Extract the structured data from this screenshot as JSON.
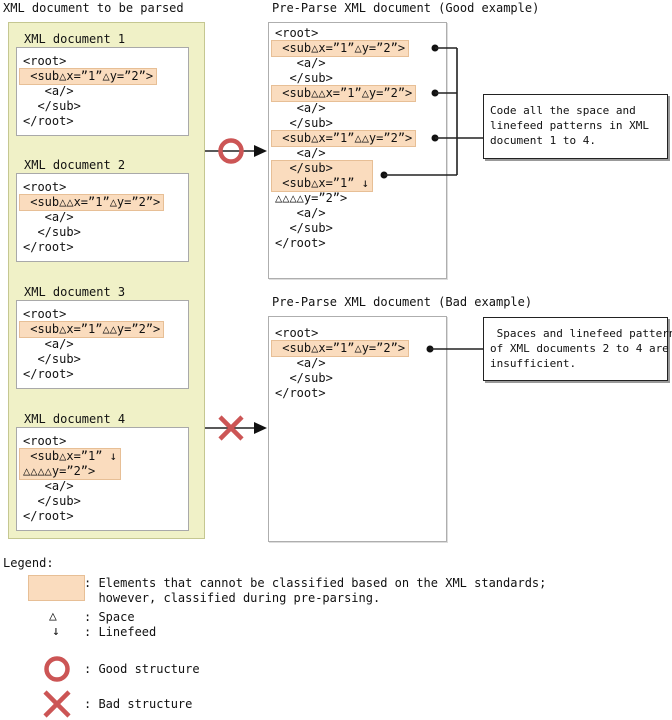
{
  "palette": {
    "accent_red": "#cc5555",
    "highlight_fill": "#fadcbe",
    "highlight_border": "#e7bf96",
    "panel_yellow": "#f0f1c7",
    "panel_yellow_border": "#c5c791"
  },
  "left_panel": {
    "title": "XML document to be parsed",
    "documents": [
      {
        "label": "XML document 1",
        "lines": [
          "<root>",
          " <sub△x=”1”△y=”2”>",
          "   <a/>",
          "  </sub>",
          "</root>"
        ]
      },
      {
        "label": "XML document 2",
        "lines": [
          "<root>",
          " <sub△△x=”1”△y=”2”>",
          "   <a/>",
          "  </sub>",
          "</root>"
        ]
      },
      {
        "label": "XML document 3",
        "lines": [
          "<root>",
          " <sub△x=”1”△△y=”2”>",
          "   <a/>",
          "  </sub>",
          "</root>"
        ]
      },
      {
        "label": "XML document 4",
        "lines": [
          "<root>",
          " <sub△x=”1” ↓",
          "△△△△y=”2”>",
          "   <a/>",
          "  </sub>",
          "</root>"
        ]
      }
    ]
  },
  "good_panel": {
    "title": "Pre-Parse XML document (Good example)",
    "lines": [
      "<root>",
      " <sub△x=”1”△y=”2”>",
      "   <a/>",
      "  </sub>",
      " <sub△△x=”1”△y=”2”>",
      "   <a/>",
      "  </sub>",
      " <sub△x=”1”△△y=”2”>",
      "   <a/>",
      "  </sub>",
      " <sub△x=”1” ↓",
      "△△△△y=”2”>",
      "   <a/>",
      "  </sub>",
      "</root>"
    ]
  },
  "bad_panel": {
    "title": "Pre-Parse XML document (Bad example)",
    "lines": [
      "<root>",
      " <sub△x=”1”△y=”2”>",
      "   <a/>",
      "  </sub>",
      "</root>"
    ]
  },
  "callouts": {
    "good": {
      "lines": [
        "Code all the space and",
        "linefeed patterns in XML",
        "document 1 to 4."
      ]
    },
    "bad": {
      "lines": [
        " Spaces and linefeed patterns",
        "of XML documents 2 to 4 are",
        "insufficient."
      ]
    }
  },
  "legend": {
    "heading": "Legend:",
    "unclassified_lines": [
      ": Elements that cannot be classified based on the XML standards;",
      "  however, classified during pre-parsing."
    ],
    "space_symbol": "△",
    "space_label": ": Space",
    "linefeed_symbol": "↓",
    "linefeed_label": ": Linefeed",
    "good_label": ": Good structure",
    "bad_label": ": Bad structure"
  }
}
